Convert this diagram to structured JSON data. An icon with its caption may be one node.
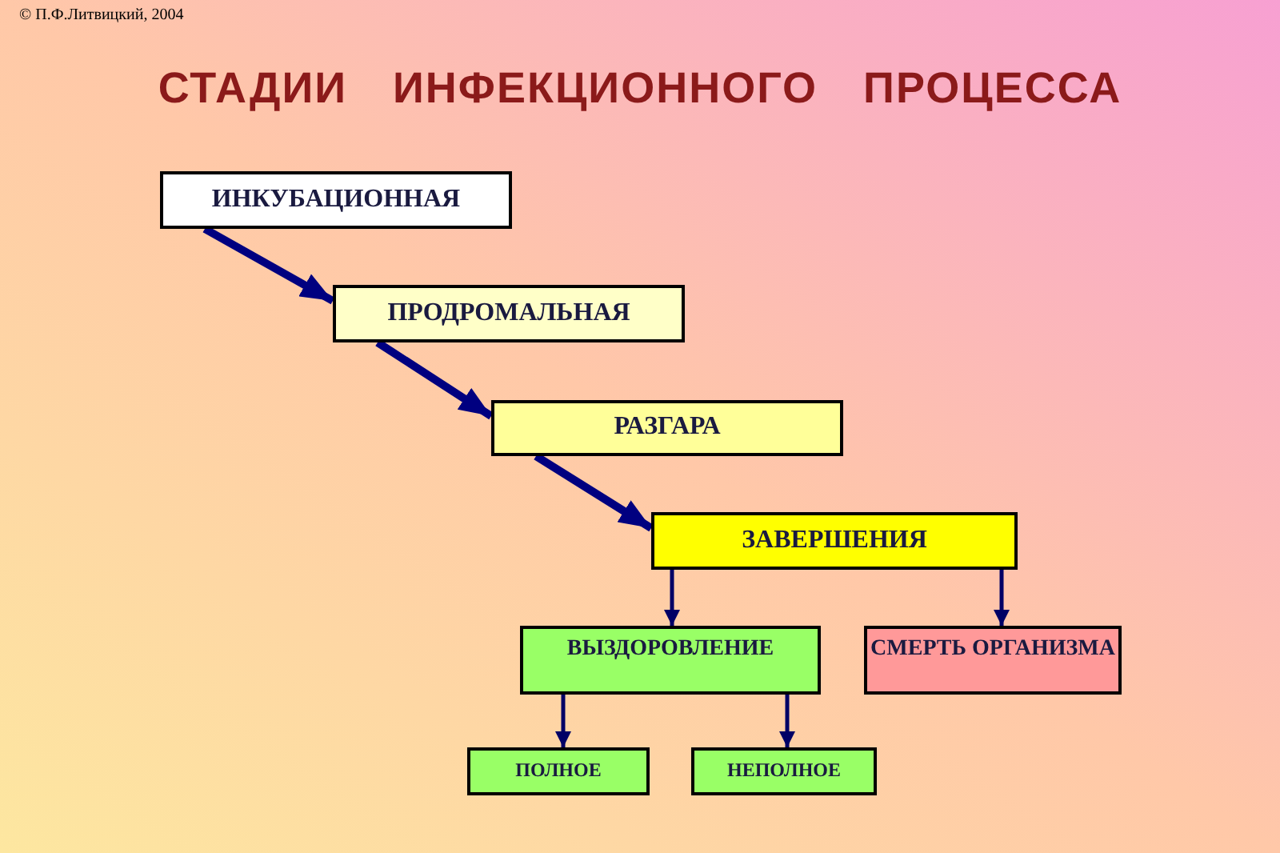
{
  "diagram": {
    "title": "СТАДИИ ИНФЕКЦИОННОГО ПРОЦЕССА",
    "nodes": [
      {
        "text": [
          "ИНКУБАЦИОННАЯ"
        ]
      },
      {
        "text": [
          "ПРОДРОМАЛЬНАЯ"
        ]
      },
      {
        "text": [
          "РАЗГАРА"
        ]
      },
      {
        "text": [
          "ЗАВЕРШЕНИЯ"
        ]
      },
      {
        "text": [
          "ВЫЗДОРОВЛЕНИЕ"
        ]
      },
      {
        "text": [
          "СМЕРТЬ ОРГАНИЗМА"
        ]
      },
      {
        "text": [
          "ПОЛНОЕ"
        ]
      },
      {
        "text": [
          "НЕПОЛНОЕ"
        ]
      }
    ],
    "edges": [
      {
        "from": 0,
        "to": 1,
        "arrow": "to",
        "style": "thick"
      },
      {
        "from": 1,
        "to": 2,
        "arrow": "to",
        "style": "thick"
      },
      {
        "from": 2,
        "to": 3,
        "arrow": "to",
        "style": "thick"
      },
      {
        "from": 3,
        "to": 4,
        "arrow": "to"
      },
      {
        "from": 3,
        "to": 5,
        "arrow": "to"
      },
      {
        "from": 4,
        "to": 6,
        "arrow": "to"
      },
      {
        "from": 4,
        "to": 7,
        "arrow": "to"
      }
    ],
    "labels": [
      "© П.Ф.Литвицкий, 2004"
    ]
  }
}
